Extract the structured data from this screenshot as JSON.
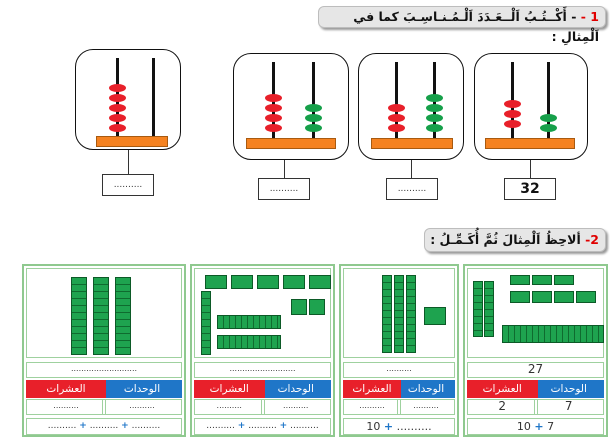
{
  "exercise1": {
    "number": "1 -",
    "instruction": "- أَكْــتُـبُ اَلْــعَـدَدَ اَلْـمُـنـاسِـبَ كما في اَلْمِثالِ :",
    "answers": [
      "32",
      "..........",
      "..........",
      ".........."
    ]
  },
  "exercise2": {
    "number": "2-",
    "instruction": "ألاحِظُ اَلْمِثالَ ثُمَّ أُكَـمِّـلُ :",
    "col_units": "الوحدات",
    "col_tens": "العشرات",
    "cards": [
      {
        "number": "27",
        "units": "7",
        "tens": "2",
        "sum_a": "10",
        "sum_b": "7"
      },
      {
        "number": "..........",
        "units": "..........",
        "tens": "..........",
        "sum_a": "10",
        "sum_b": ".........."
      },
      {
        "number": "..........................",
        "units": "..........",
        "tens": "..........",
        "sum_a": "..........",
        "sum_b": "..........",
        "sum_c": ".........."
      },
      {
        "number": "..........................",
        "units": "..........",
        "tens": "..........",
        "sum_a": "..........",
        "sum_b": "..........",
        "sum_c": ".........."
      }
    ]
  },
  "colors": {
    "red": "#e8202a",
    "green": "#16a04a",
    "blue": "#1f76c8",
    "orange": "#f58220"
  }
}
